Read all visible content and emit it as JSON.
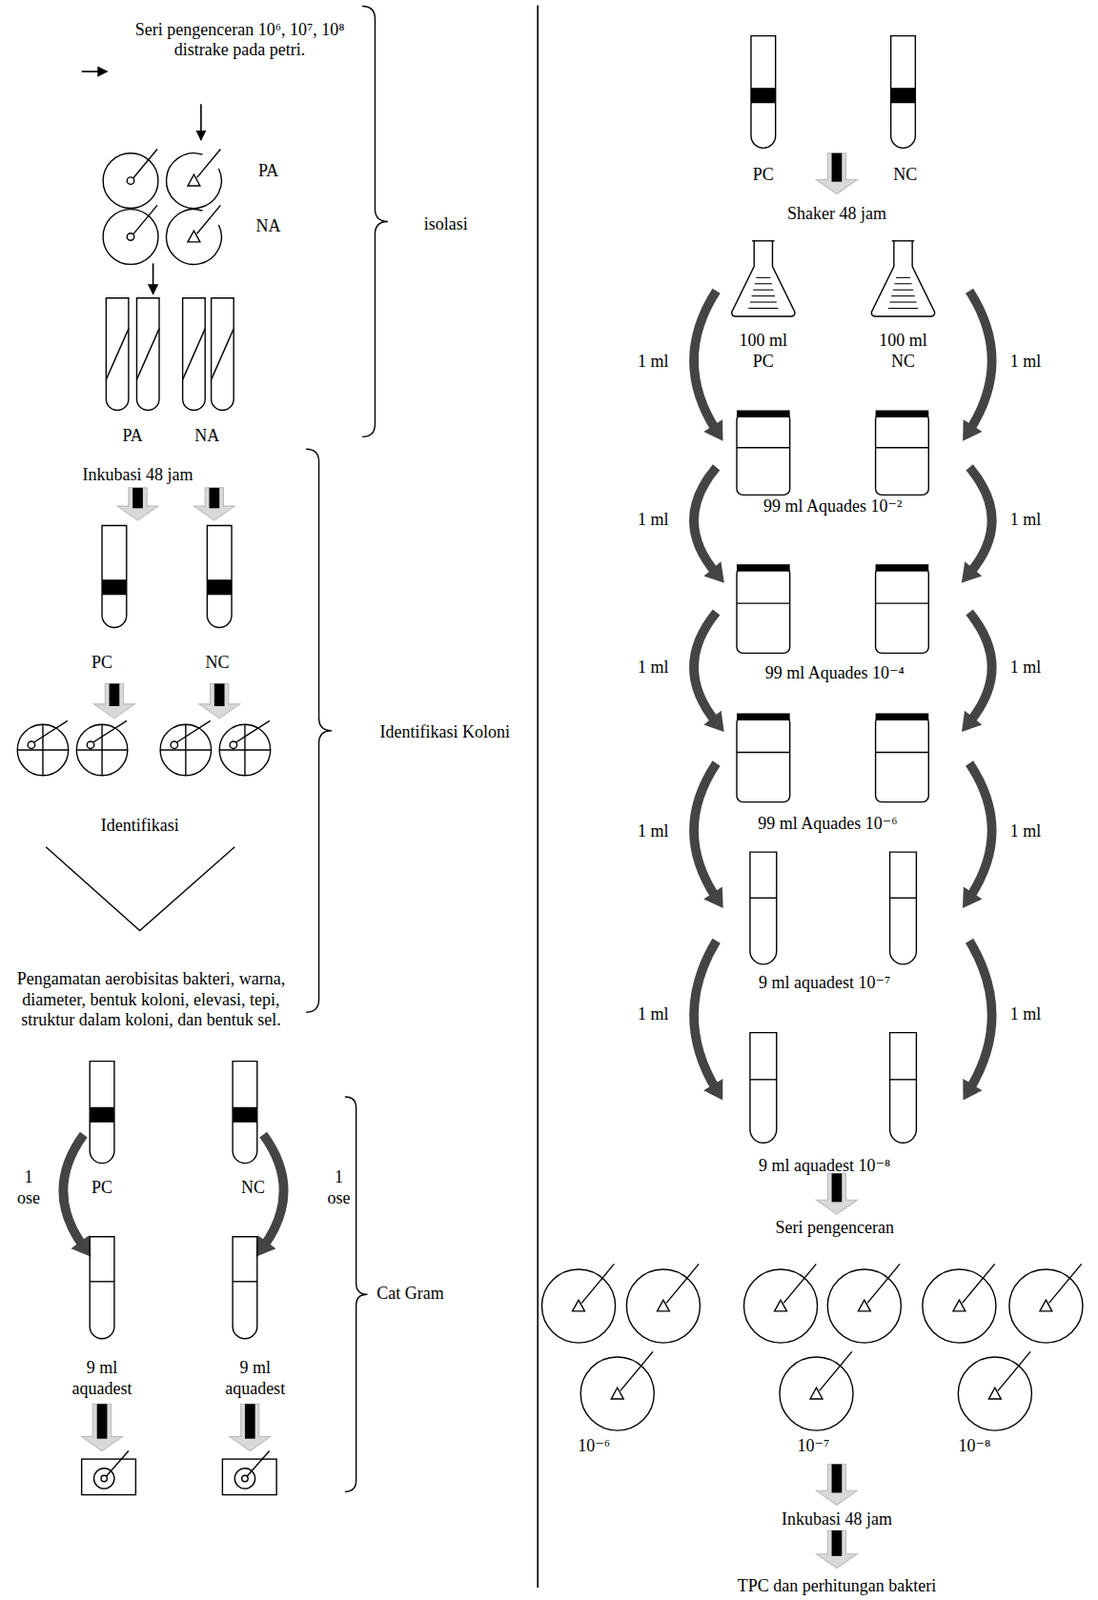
{
  "diagram": {
    "labels": [
      "Seri pengenceran 10⁶, 10⁷, 10⁸ distrake pada petri.",
      "PA",
      "NA",
      "isolasi",
      "PA",
      "NA",
      "Inkubasi 48 jam",
      "PC",
      "NC",
      "Identifikasi",
      "Identifikasi Koloni",
      "Pengamatan aerobisitas bakteri, warna, diameter, bentuk koloni, elevasi, tepi, struktur dalam koloni, dan bentuk sel.",
      "1 ose",
      "PC",
      "NC",
      "1 ose",
      "Cat Gram",
      "9 ml aquadest",
      "9 ml aquadest",
      "PC",
      "NC",
      "Shaker 48 jam",
      "100 ml PC",
      "100 ml NC",
      "1 ml",
      "1 ml",
      "1 ml",
      "99 ml Aquades 10⁻²",
      "1 ml",
      "1 ml",
      "99 ml Aquades 10⁻⁴",
      "1 ml",
      "1 ml",
      "99 ml Aquades 10⁻⁶",
      "1 ml",
      "9 ml aquadest 10⁻⁷",
      "1 ml",
      "1 ml",
      "9 ml aquadest 10⁻⁸",
      "Seri pengenceran",
      "10⁻⁶",
      "10⁻⁷",
      "10⁻⁸",
      "Inkubasi 48 jam",
      "TPC dan perhitungan bakteri"
    ]
  }
}
